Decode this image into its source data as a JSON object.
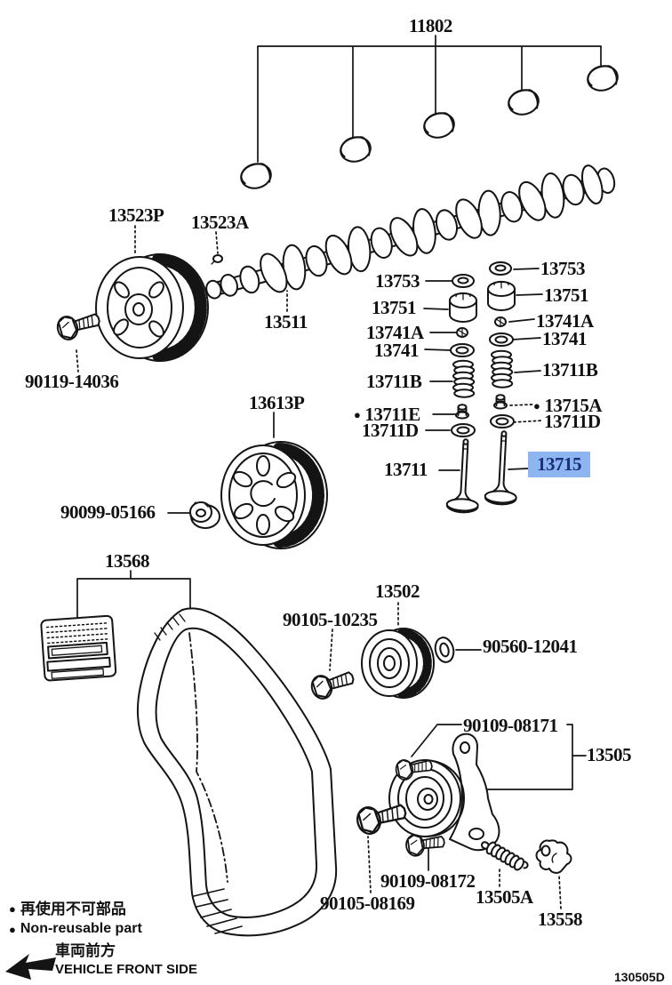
{
  "colors": {
    "highlight_bg": "#8db5ef",
    "highlight_fg": "#1a2e7d",
    "ink": "#141414"
  },
  "labels": {
    "bearing_set": "11802",
    "cam_gear": "13523P",
    "cam_gear_plug": "13523A",
    "camshaft": "13511",
    "cam_gear_bolt": "90119-14036",
    "retainer_in": "13753",
    "lifter_in": "13751",
    "keeper_in": "13741A",
    "seat_in": "13741",
    "spring_in": "13711B",
    "seal_in": "13711E",
    "washer_in": "13711D",
    "valve_intake": "13711",
    "retainer_ex": "13753",
    "lifter_ex": "13751",
    "keeper_ex": "13741A",
    "seat_ex": "13741",
    "spring_ex": "13711B",
    "seal_ex": "13715A",
    "washer_ex": "13711D",
    "valve_exhaust": "13715",
    "pulley_gear": "13613P",
    "pulley_nut": "90099-05166",
    "timing_belt": "13568",
    "idler_pulley": "13502",
    "idler_bolt": "90105-10235",
    "idler_washer": "90560-12041",
    "tensioner_bolt_a": "90109-08171",
    "tensioner": "13505",
    "tensioner_bolt_long": "90105-08169",
    "tensioner_bolt_b": "90109-08172",
    "tensioner_spring": "13505A",
    "spring_bracket": "13558"
  },
  "legend": {
    "marker": "●",
    "jp_nonreusable": "再使用不可部品",
    "en_nonreusable": "Non-reusable part",
    "jp_vehicle_front": "車両前方",
    "en_vehicle_front": "VEHICLE FRONT SIDE"
  },
  "footer_code": "130505D"
}
